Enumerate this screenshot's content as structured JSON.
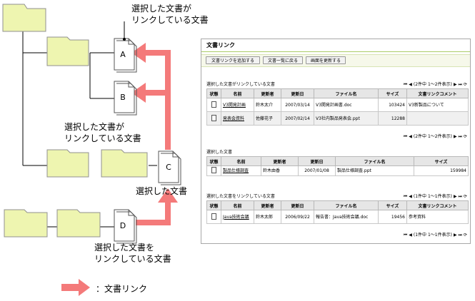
{
  "diagram": {
    "label_linked_by_selected": [
      "選択した文書が",
      "リンクしている文書"
    ],
    "label_selected": "選択した文書",
    "label_linking_to_selected": [
      "選択した文書を",
      "リンクしている文書"
    ],
    "docs": [
      "A",
      "B",
      "C",
      "D"
    ],
    "legend_text": "：文書リンク",
    "arrow_color": "#f47a7a",
    "folder_fill": "#eef5b0",
    "folder_stroke": "#909090"
  },
  "panel": {
    "title": "文書リンク",
    "toolbar": {
      "add_label": "文書リンクを追加する",
      "back_label": "文書一覧に戻る",
      "refresh_label": "画面を更新する"
    },
    "columns": {
      "status": "状態",
      "name": "名前",
      "updater": "更新者",
      "updated": "更新日",
      "file": "ファイル名",
      "size": "サイズ",
      "comment": "文書リンクコメント"
    },
    "pager_icons": {
      "first": "⏮",
      "prev": "◀",
      "next": "▶",
      "last": "⏭",
      "refresh": "⟳"
    },
    "sections": {
      "linked_by": {
        "title": "選択した文書がリンクしている文書",
        "pager": "(2件中 1～2件表示)",
        "rows": [
          {
            "name": "V3開発計画",
            "updater": "鈴木太介",
            "updated": "2007/03/14",
            "file": "V3開発計画書.doc",
            "size": "103424",
            "comment": "V3新製品について"
          },
          {
            "name": "発表会資料",
            "updater": "佐藤花子",
            "updated": "2007/02/14",
            "file": "V3社内製品発表会.ppt",
            "size": "12288",
            "comment": ""
          }
        ]
      },
      "selected": {
        "title": "選択した文書",
        "rows": [
          {
            "name": "製品仕様調査",
            "updater": "鈴木由香",
            "updated": "2007/01/08",
            "file": "製品仕様調査.ppt",
            "size": "159984"
          }
        ]
      },
      "linking_to": {
        "title": "選択した文書をリンクしている文書",
        "pager": "(1件中 1～1件表示)",
        "rows": [
          {
            "name": "Java技術会議",
            "updater": "鈴木太郎",
            "updated": "2006/09/22",
            "file": "報告書：Java技術会議.doc",
            "size": "19456",
            "comment": "参考資料"
          }
        ]
      }
    }
  }
}
